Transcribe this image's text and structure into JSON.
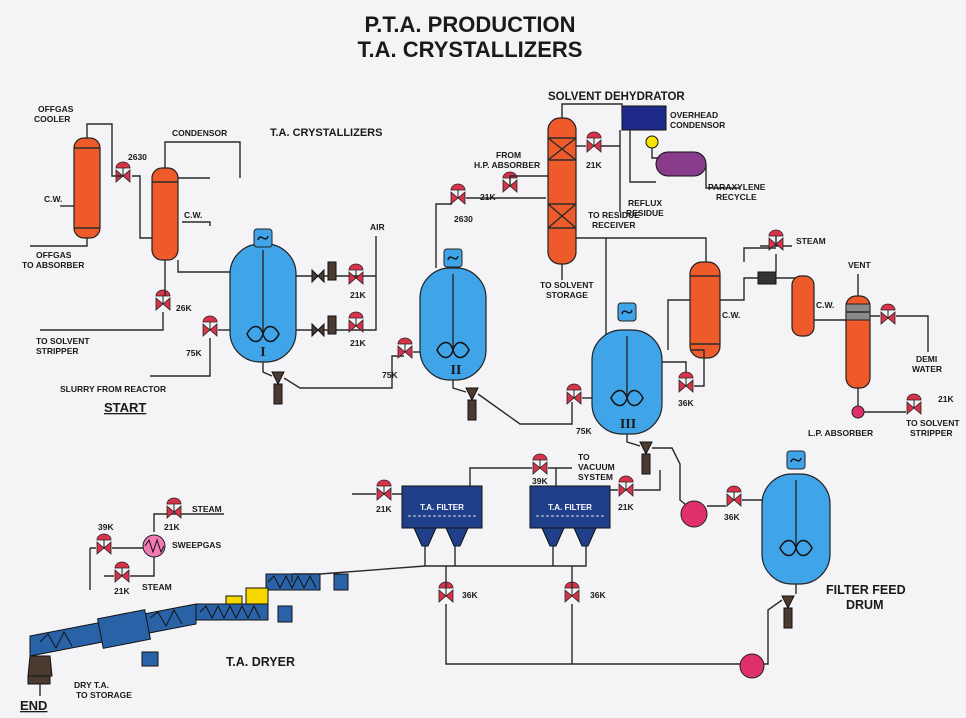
{
  "title": {
    "line1": "P.T.A. PRODUCTION",
    "line2": "T.A. CRYSTALLIZERS"
  },
  "labels": {
    "offgas_cooler_1": "OFFGAS",
    "offgas_cooler_2": "COOLER",
    "condensor": "CONDENSOR",
    "ta_crystallizers": "T.A. CRYSTALLIZERS",
    "cw": "C.W.",
    "offgas_to_absorber_1": "OFFGAS",
    "offgas_to_absorber_2": "TO ABSORBER",
    "to_solvent_stripper_1": "TO SOLVENT",
    "to_solvent_stripper_2": "STRIPPER",
    "slurry_from_reactor": "SLURRY FROM REACTOR",
    "start": "START",
    "air": "AIR",
    "solvent_dehydrator": "SOLVENT DEHYDRATOR",
    "overhead_condensor_1": "OVERHEAD",
    "overhead_condensor_2": "CONDENSOR",
    "from_hp_absorber_1": "FROM",
    "from_hp_absorber_2": "H.P. ABSORBER",
    "paraxylene_recycle_1": "PARAXYLENE",
    "paraxylene_recycle_2": "RECYCLE",
    "reflux_residue_1": "REFLUX",
    "reflux_residue_2": "RESIDUE",
    "to_residue_receiver_1": "TO RESIDUE",
    "to_residue_receiver_2": "RECEIVER",
    "to_solvent_storage_1": "TO SOLVENT",
    "to_solvent_storage_2": "STORAGE",
    "steam": "STEAM",
    "vent": "VENT",
    "demi_water_1": "DEMI",
    "demi_water_2": "WATER",
    "lp_absorber": "L.P. ABSORBER",
    "to_vacuum_system_1": "TO",
    "to_vacuum_system_2": "VACUUM",
    "to_vacuum_system_3": "SYSTEM",
    "ta_filter": "T.A. FILTER",
    "sweepgas": "SWEEPGAS",
    "filter_feed_drum_1": "FILTER FEED",
    "filter_feed_drum_2": "DRUM",
    "ta_dryer": "T.A. DRYER",
    "dry_ta_to_storage_1": "DRY T.A.",
    "dry_ta_to_storage_2": "TO STORAGE",
    "end": "END"
  },
  "vessel_ids": {
    "i": "I",
    "ii": "II",
    "iii": "III"
  },
  "valve_tags": {
    "v2630_a": "2630",
    "v26k": "26K",
    "v75k_a": "75K",
    "v21k_a": "21K",
    "v21k_b": "21K",
    "v75k_b": "75K",
    "v2630_b": "2630",
    "v21k_c": "21K",
    "v21k_d": "21K",
    "v75k_c": "75K",
    "v36k_a": "36K",
    "v21k_e": "21K",
    "v39k_a": "39K",
    "v21k_f": "21K",
    "v21k_g": "21K",
    "v36k_b": "36K",
    "v36k_c": "36K",
    "v36k_d": "36K",
    "v39k_b": "39K",
    "v21k_h": "21K",
    "v21k_i": "21K"
  },
  "colors": {
    "vessel_orange": "#ee5a2a",
    "crystallizer_blue": "#3fa4e8",
    "valve_red": "#d8334a",
    "conveyor_blue": "#2a62a8",
    "pump_magenta": "#e0306a"
  }
}
